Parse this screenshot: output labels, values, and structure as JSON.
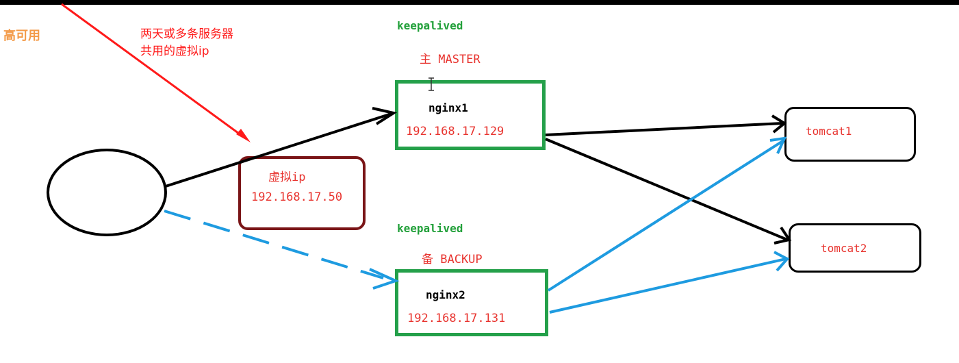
{
  "title": "高可用",
  "annotation": {
    "line1": "两天或多条服务器",
    "line2": "共用的虚拟ip"
  },
  "master": {
    "keepalived": "keepalived",
    "role": "主 MASTER",
    "name": "nginx1",
    "ip": "192.168.17.129"
  },
  "backup": {
    "keepalived": "keepalived",
    "role": "备 BACKUP",
    "name": "nginx2",
    "ip": "192.168.17.131"
  },
  "vip": {
    "label": "虚拟ip",
    "ip": "192.168.17.50"
  },
  "tomcats": [
    {
      "name": "tomcat1"
    },
    {
      "name": "tomcat2"
    }
  ],
  "colors": {
    "title": "#f39a47",
    "annotation": "#ff1a1a",
    "keepalived": "#22a03a",
    "nginx_border": "#24a04a",
    "vip_border": "#7a1517",
    "active_path": "#000000",
    "backup_path": "#1e9be0",
    "text_red": "#e8342f"
  }
}
